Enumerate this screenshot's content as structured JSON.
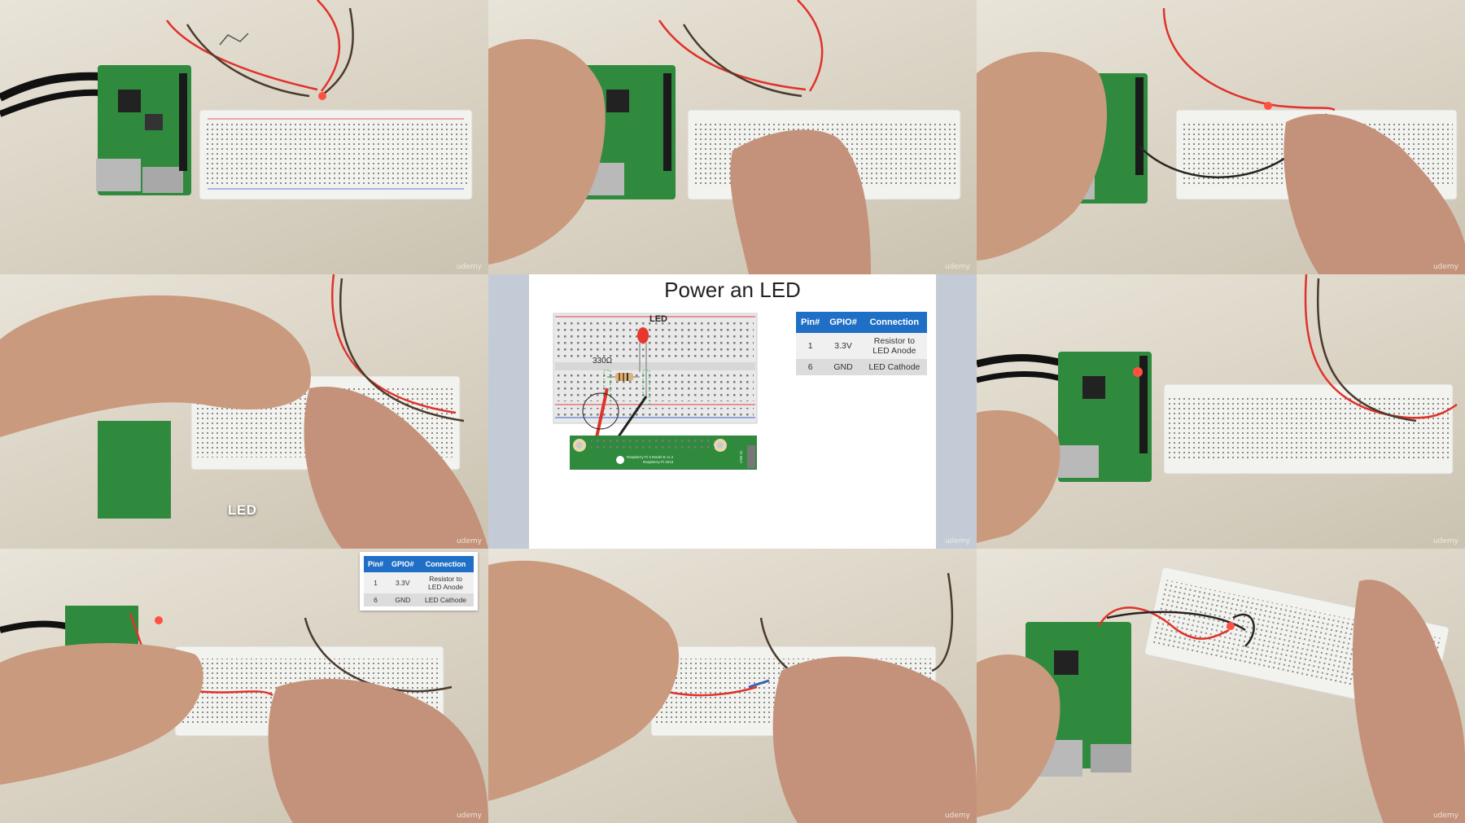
{
  "watermark": "udemy",
  "tiles": {
    "middle_left": {
      "caption": "LED"
    }
  },
  "slide": {
    "title": "Power an LED",
    "led_label": "LED",
    "resistor_label": "330Ω",
    "board_text_1": "Raspberry Pi 3 Model B v1.2",
    "board_text_2": "Raspberry Pi 2015",
    "board_text_3": "USB 2x"
  },
  "pin_table": {
    "headers": [
      "Pin#",
      "GPIO#",
      "Connection"
    ],
    "rows": [
      {
        "pin": "1",
        "gpio": "3.3V",
        "connection": "Resistor to LED Anode"
      },
      {
        "pin": "6",
        "gpio": "GND",
        "connection": "LED Cathode"
      }
    ]
  },
  "colors": {
    "table_header": "#1f6fc7",
    "wire_red": "#e0322a",
    "wire_black": "#2a2420",
    "pcb_green": "#2f8a3d",
    "breadboard": "#f2f2ef"
  }
}
